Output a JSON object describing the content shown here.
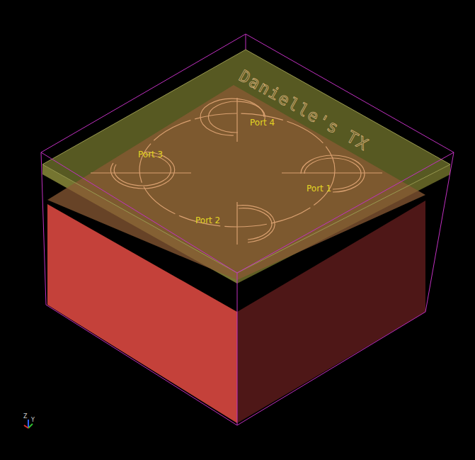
{
  "diagram": {
    "labels": [
      "Danielle's TX",
      "Port 4",
      "Port 3",
      "Port 1",
      "Port 2",
      "Z",
      "Y"
    ]
  }
}
